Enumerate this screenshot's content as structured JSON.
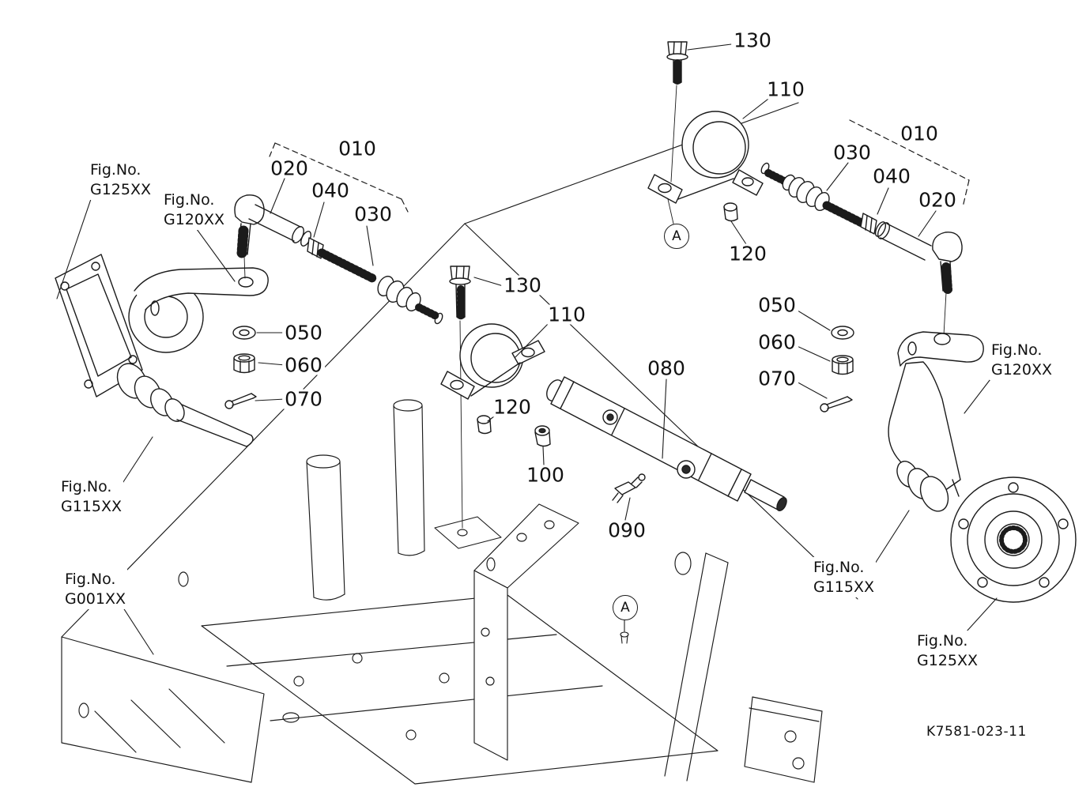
{
  "document": {
    "type": "exploded-parts-diagram",
    "drawing_number": "K7581-023-11"
  },
  "markers": {
    "a": "A"
  },
  "callouts": {
    "left": {
      "c010": "010",
      "c020": "020",
      "c030": "030",
      "c040": "040",
      "c050": "050",
      "c060": "060",
      "c070": "070"
    },
    "center": {
      "c080": "080",
      "c090": "090",
      "c100": "100",
      "c110": "110",
      "c120": "120",
      "c130": "130"
    },
    "right": {
      "c010": "010",
      "c020": "020",
      "c030": "030",
      "c040": "040",
      "c050": "050",
      "c060": "060",
      "c070": "070",
      "c110": "110",
      "c120": "120",
      "c130": "130"
    }
  },
  "figure_references": {
    "prefix": "Fig.No.",
    "left_axle_case": "G125XX",
    "left_knuckle": "G120XX",
    "left_drive_shaft": "G115XX",
    "frame": "G001XX",
    "right_knuckle": "G120XX",
    "right_drive_shaft": "G115XX",
    "right_axle_case": "G125XX"
  }
}
